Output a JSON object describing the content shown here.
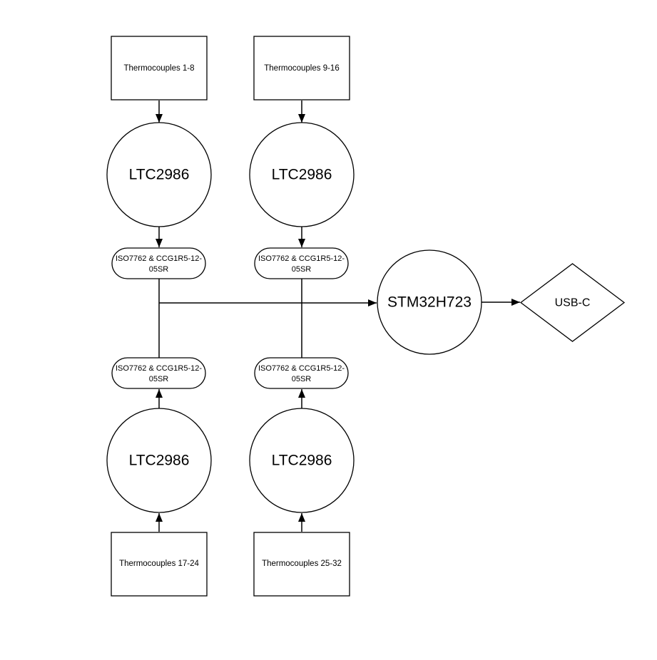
{
  "diagram": {
    "background_color": "#ffffff",
    "line_color": "#000000",
    "shape_fill_color": "#ffffff",
    "nodes": {
      "tc_1_8": {
        "shape": "rectangle",
        "label": "Thermocouples 1-8"
      },
      "tc_9_16": {
        "shape": "rectangle",
        "label": "Thermocouples 9-16"
      },
      "tc_17_24": {
        "shape": "rectangle",
        "label": "Thermocouples 17-24"
      },
      "tc_25_32": {
        "shape": "rectangle",
        "label": "Thermocouples 25-32"
      },
      "ltc_top_left": {
        "shape": "circle",
        "label": "LTC2986"
      },
      "ltc_top_right": {
        "shape": "circle",
        "label": "LTC2986"
      },
      "ltc_bottom_left": {
        "shape": "circle",
        "label": "LTC2986"
      },
      "ltc_bottom_right": {
        "shape": "circle",
        "label": "LTC2986"
      },
      "iso_top_left": {
        "shape": "stadium",
        "label": "ISO7762 & CCG1R5-12-05SR",
        "lines": [
          "ISO7762 & CCG1R5-12-",
          "05SR"
        ]
      },
      "iso_top_right": {
        "shape": "stadium",
        "label": "ISO7762 & CCG1R5-12-05SR",
        "lines": [
          "ISO7762 & CCG1R5-12-",
          "05SR"
        ]
      },
      "iso_bottom_left": {
        "shape": "stadium",
        "label": "ISO7762 & CCG1R5-12-05SR",
        "lines": [
          "ISO7762 & CCG1R5-12-",
          "05SR"
        ]
      },
      "iso_bottom_right": {
        "shape": "stadium",
        "label": "ISO7762 & CCG1R5-12-05SR",
        "lines": [
          "ISO7762 & CCG1R5-12-",
          "05SR"
        ]
      },
      "mcu": {
        "shape": "circle",
        "label": "STM32H723"
      },
      "usb": {
        "shape": "diamond",
        "label": "USB-C"
      }
    }
  }
}
